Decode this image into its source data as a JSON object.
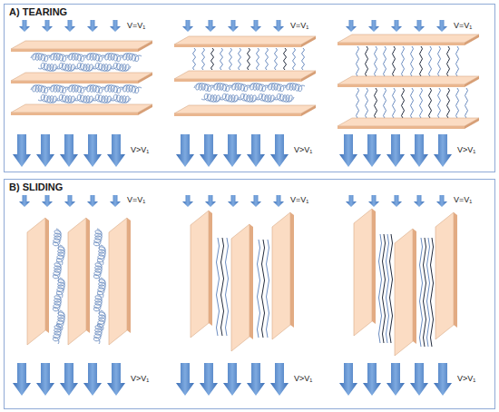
{
  "diagram": {
    "nodes": [
      {
        "text": [
          "A) TEARING"
        ]
      },
      {
        "text": [
          "B) SLIDING"
        ]
      }
    ],
    "labels": [
      "V=V₁",
      "V=V₁",
      "V=V₁",
      "V>V₁",
      "V>V₁",
      "V>V₁",
      "V=V₁",
      "V=V₁",
      "V=V₁",
      "V>V₁",
      "V>V₁",
      "V>V₁"
    ]
  }
}
